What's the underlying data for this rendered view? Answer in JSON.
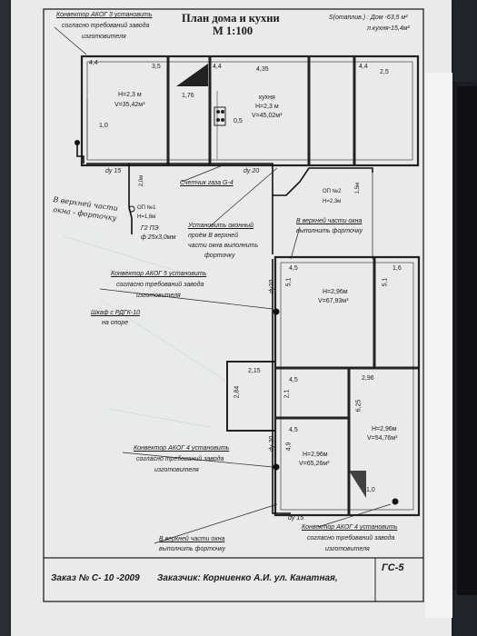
{
  "title": "План дома и кухни",
  "scale": "М 1:100",
  "area_note_1": "S(отаплив.) : Дом -63,5 м²",
  "area_note_2": "л.кухня-15,4м²",
  "notes": {
    "convector_top": [
      "Конвектор  АКОГ 3 установить",
      "согласно требований завода",
      "изготовителя"
    ],
    "meter": "Счетчик газа G-4",
    "window_note": [
      "Установить оконный",
      "проём  В верхней",
      "части окна выполнить",
      "форточку"
    ],
    "op1": [
      "ОП №1",
      "Н=1,6м"
    ],
    "pipe": [
      "Г2 ПЭ",
      "ф 25х3,0мм"
    ],
    "convector_mid": [
      "Конвектор  АКОГ 5 установить",
      "согласно требований завода",
      "изготовителя"
    ],
    "cabinet": [
      "Шкаф с РДГК-10",
      "на опоре"
    ],
    "op2": [
      "ОП №2",
      "Н=2,3м"
    ],
    "upper_window_right": [
      "В верхней части окна",
      "выполнить форточку"
    ],
    "convector_bottom_left": [
      "Конвектор  АКОГ 4 установить",
      "согласно требований завода",
      "изготовителя"
    ],
    "upper_window_bottom": [
      "В верхней части окна",
      "выполнить форточку"
    ],
    "convector_bottom_right": [
      "Конвектор  АКОГ 4 установить",
      "согласно требований завода",
      "изготовителя"
    ],
    "handwritten": [
      "В верхней части",
      "окна - форточку"
    ]
  },
  "rooms": {
    "r1": [
      "Н=2,3 м",
      "V=35,42м³"
    ],
    "kitchen": [
      "кухня",
      "Н=2,3 м",
      "V=45,02м³"
    ],
    "big": [
      "Н=2,96м",
      "V=67,93м³"
    ],
    "lower_left": [
      "Н=2,96м",
      "V=65,26м³"
    ],
    "lower_right": [
      "Н=2,96м",
      "V=54,76м³"
    ]
  },
  "dims": {
    "d44a": "4,4",
    "d35": "3,5",
    "d176": "1,76",
    "d435": "4,35",
    "d44b": "4,4",
    "d25": "2,5",
    "d10": "1,0",
    "d05": "0,5",
    "dy15a": "dy 15",
    "dy20a": "dy 20",
    "d20m": "2,0м",
    "d15m": "1,5м",
    "d45a": "4,5",
    "d16": "1,6",
    "dy20b": "dy20",
    "d51a": "5,1",
    "d51b": "5,1",
    "d215": "2,15",
    "d284": "2,84",
    "d45b": "4,5",
    "d296": "2,96",
    "d21": "2,1",
    "d625": "6,25",
    "d45c": "4,5",
    "dy20c": "dy 20",
    "d49": "4,9",
    "d10b": "1,0",
    "dy15b": "dy 15"
  },
  "footer": {
    "order": "Заказ № С- 10 -2009",
    "customer": "Заказчик: Корниенко А.И.  ул. Канатная,",
    "sheet": "ГС-5"
  }
}
